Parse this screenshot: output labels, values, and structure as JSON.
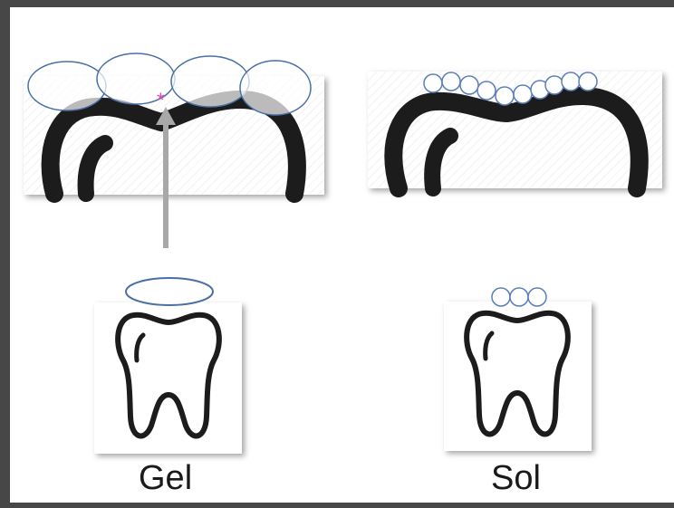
{
  "labels": {
    "gel": "Gel",
    "sol": "Sol"
  },
  "marker": "*",
  "colors": {
    "frame": "#474747",
    "tooth_stroke": "#1c1c1c",
    "gel_ellipse_stroke": "#4a6fa5",
    "sol_circle_stroke": "#5b7fb8",
    "arrow": "#a8a8a8",
    "marker": "#e14ab0"
  },
  "diagram": {
    "states": [
      "gel",
      "sol"
    ],
    "gel_particles_top_view": 4,
    "sol_particles_top_view": 10,
    "gel_particles_tooth_view": 1,
    "sol_particles_tooth_view": 3,
    "arrow_direction": "up"
  }
}
